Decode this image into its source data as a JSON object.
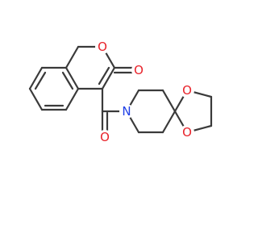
{
  "diagram": {
    "type": "skeletal-structure",
    "colors": {
      "bond": "#3a3a3a",
      "oxygen": "#e8222a",
      "nitrogen": "#2040e6",
      "background": "#ffffff"
    },
    "atoms": [
      {
        "id": "O_ring",
        "label": "O",
        "element": "oxygen"
      },
      {
        "id": "O_lac",
        "label": "O",
        "element": "oxygen"
      },
      {
        "id": "O_amide",
        "label": "O",
        "element": "oxygen"
      },
      {
        "id": "N_pip",
        "label": "N",
        "element": "nitrogen"
      },
      {
        "id": "O_ket1",
        "label": "O",
        "element": "oxygen"
      },
      {
        "id": "O_ket2",
        "label": "O",
        "element": "oxygen"
      }
    ]
  }
}
